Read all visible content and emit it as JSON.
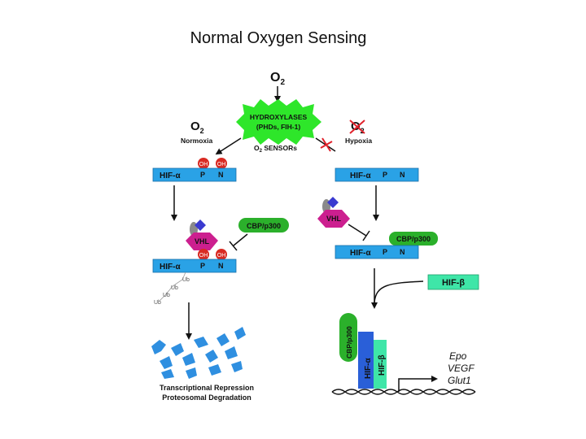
{
  "title": "Normal Oxygen Sensing",
  "labels": {
    "o2_top": "O",
    "o2_sub": "2",
    "hydroxylases_line1": "HYDROXYLASES",
    "hydroxylases_line2": "(PHDs, FIH-1)",
    "sensors_o": "O",
    "sensors_sub": "2",
    "sensors_text": " SENSORs",
    "normoxia_o": "O",
    "normoxia_sub": "2",
    "normoxia": "Normoxia",
    "hypoxia_o": "O",
    "hypoxia_sub": "2",
    "hypoxia": "Hypoxia",
    "hif_alpha": "HIF-α",
    "hif_beta": "HIF-β",
    "p": "P",
    "n": "N",
    "oh": "OH",
    "vhl": "VHL",
    "cbp": "CBP/p300",
    "ub": "Ub",
    "repression": "Transcriptional Repression",
    "degradation": "Proteosomal Degradation",
    "gene_epo": "Epo",
    "gene_vegf": "VEGF",
    "gene_glut1": "Glut1"
  },
  "colors": {
    "hif_bar": "#2aa2e6",
    "hydroxylase_star": "#2ee62a",
    "oh_circle": "#d92b23",
    "vhl": "#cc1f8f",
    "cbp": "#2bb02b",
    "hif_beta_box": "#3fe6a8",
    "fragments": "#2f8fe0",
    "gray_blob": "#8a8a8a",
    "blue_diamond": "#3a3ad0",
    "block_x": "#e0202a"
  }
}
